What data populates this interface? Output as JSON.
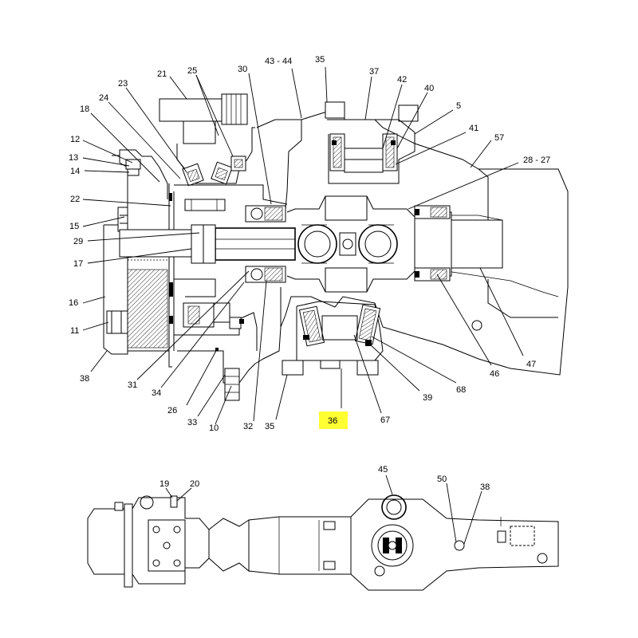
{
  "highlight_color": "#ffff33",
  "highlighted_callout": "36",
  "callouts": {
    "c1": "21",
    "c2": "25",
    "c3": "30",
    "c4": "43 - 44",
    "c5": "35",
    "c6": "37",
    "c7": "42",
    "c8": "40",
    "c9": "5",
    "c10": "41",
    "c11": "57",
    "c12": "23",
    "c13": "24",
    "c14": "18",
    "c15": "12",
    "c16": "13",
    "c17": "14",
    "c18": "28 - 27",
    "c19": "22",
    "c20": "15",
    "c21": "29",
    "c22": "17",
    "c23": "16",
    "c24": "11",
    "c25": "38",
    "c26": "31",
    "c27": "34",
    "c28": "26",
    "c29": "33",
    "c30": "10",
    "c31": "32",
    "c32": "35",
    "c33": "36",
    "c34": "67",
    "c35": "39",
    "c36": "68",
    "c37": "46",
    "c38": "47",
    "d1": "45",
    "d2": "19",
    "d3": "20",
    "d4": "50",
    "d5": "38"
  }
}
